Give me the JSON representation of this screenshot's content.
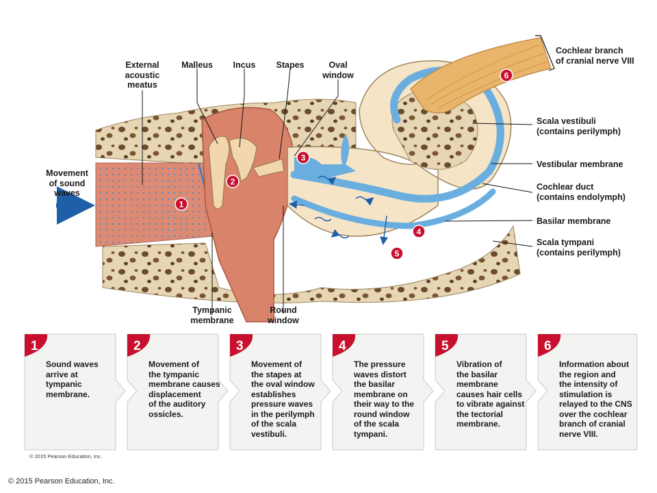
{
  "colors": {
    "accent_red": "#c8102e",
    "fluid_blue": "#6aaee0",
    "bone": "#e6d6b4",
    "tissue": "#d9836a",
    "nerve": "#e9b56a"
  },
  "labels": {
    "external_acoustic_meatus": "External\nacoustic\nmeatus",
    "malleus": "Malleus",
    "incus": "Incus",
    "stapes": "Stapes",
    "oval_window": "Oval\nwindow",
    "movement_sound_waves": "Movement\nof sound\nwaves",
    "tympanic_membrane": "Tympanic\nmembrane",
    "round_window": "Round\nwindow",
    "cochlear_branch": "Cochlear branch\nof cranial nerve VIII",
    "scala_vestibuli": "Scala vestibuli\n(contains perilymph)",
    "vestibular_membrane": "Vestibular membrane",
    "cochlear_duct": "Cochlear duct\n(contains endolymph)",
    "basilar_membrane": "Basilar membrane",
    "scala_tympani": "Scala tympani\n(contains perilymph)"
  },
  "markers": [
    "1",
    "2",
    "3",
    "4",
    "5",
    "6"
  ],
  "steps": [
    {
      "number": "1",
      "text": "Sound waves\narrive at\ntympanic\nmembrane."
    },
    {
      "number": "2",
      "text": "Movement of\nthe tympanic\nmembrane causes\ndisplacement\nof the auditory\nossicles."
    },
    {
      "number": "3",
      "text": "Movement of\nthe stapes at\nthe oval window\nestablishes\npressure waves\nin the perilymph\nof the scala\nvestibuli."
    },
    {
      "number": "4",
      "text": "The pressure\nwaves distort\nthe basilar\nmembrane on\ntheir way to the\nround window\nof the scala\ntympani."
    },
    {
      "number": "5",
      "text": "Vibration of\nthe basilar\nmembrane\ncauses hair cells\nto vibrate against\nthe tectorial\nmembrane."
    },
    {
      "number": "6",
      "text": "Information about\nthe region and\nthe intensity of\nstimulation is\nrelayed to the CNS\nover the cochlear\nbranch of cranial\nnerve VIII."
    }
  ],
  "copyright_small": "© 2015 Pearson Education, Inc.",
  "copyright_main": "© 2015 Pearson Education, Inc."
}
